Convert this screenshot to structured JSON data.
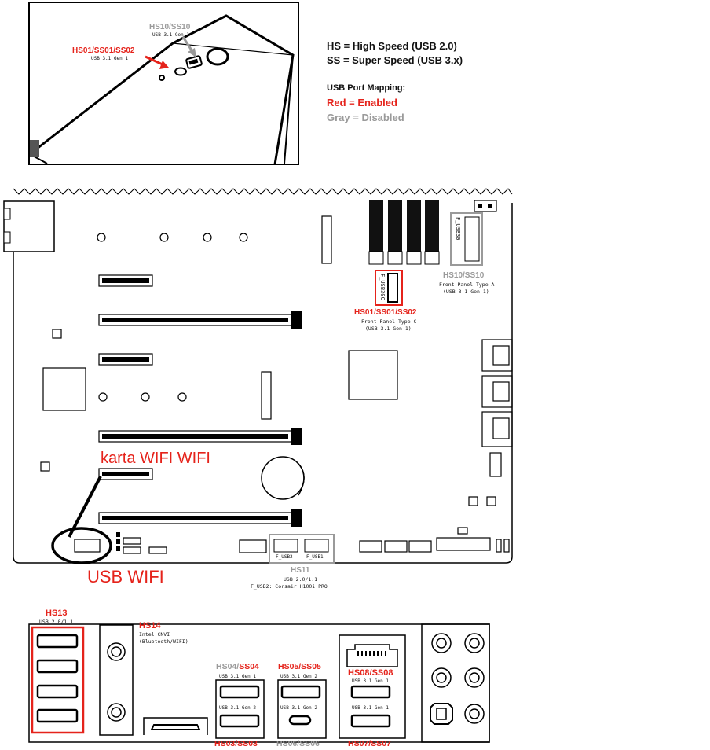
{
  "legend": {
    "hs_def": "HS = High Speed (USB 2.0)",
    "ss_def": "SS = Super Speed (USB 3.x)",
    "mapping_title": "USB Port Mapping:",
    "red_label": "Red = Enabled",
    "gray_label": "Gray = Disabled",
    "enabled_color": "#e5231b",
    "disabled_color": "#9a9a9a"
  },
  "case_inset": {
    "gray_port": "HS10/SS10",
    "gray_spec": "USB 3.1 Gen 1",
    "red_port": "HS01/SS01/SS02",
    "red_spec": "USB 3.1 Gen 1"
  },
  "board": {
    "header_f_usb30_label": "F_USB30",
    "header_f_usb30c_label": "F_USB30C",
    "hs10_title": "HS10/SS10",
    "hs10_desc1": "Front Panel Type-A",
    "hs10_desc2": "(USB 3.1 Gen 1)",
    "hs01_title": "HS01/SS01/SS02",
    "hs01_desc1": "Front Panel Type-C",
    "hs01_desc2": "(USB 3.1 Gen 1)",
    "annotation_wifi_card": "karta WIFI WIFI",
    "annotation_usb_wifi": "USB WIFI",
    "f_usb2_label": "F_USB2",
    "f_usb1_label": "F_USB1",
    "hs11_title": "HS11",
    "hs11_desc1": "USB 2.0/1.1",
    "hs11_desc2": "F_USB2: Corsair H100i PRO"
  },
  "io_panel": {
    "hs13_title": "HS13",
    "hs13_spec": "USB 2.0/1.1",
    "hs14_title": "HS14",
    "hs14_desc1": "Intel CNVI",
    "hs14_desc2": "(Bluetooth/WIFI)",
    "hs04_gray": "HS04/",
    "hs04_red": "SS04",
    "hs04_spec_top": "USB 3.1 Gen 1",
    "hs04_spec_bottom": "USB 3.1 Gen 2",
    "hs03_title": "HS03/SS03",
    "hs05_title": "HS05/SS05",
    "hs05_spec": "USB 3.1 Gen 2",
    "hs06_spec": "USB 3.1 Gen 2",
    "hs06_title": "HS06/SS06",
    "hs08_title": "HS08/SS08",
    "hs08_spec": "USB 3.1 Gen 1",
    "hs07_spec": "USB 3.1 Gen 1",
    "hs07_title": "HS07/SS07"
  }
}
